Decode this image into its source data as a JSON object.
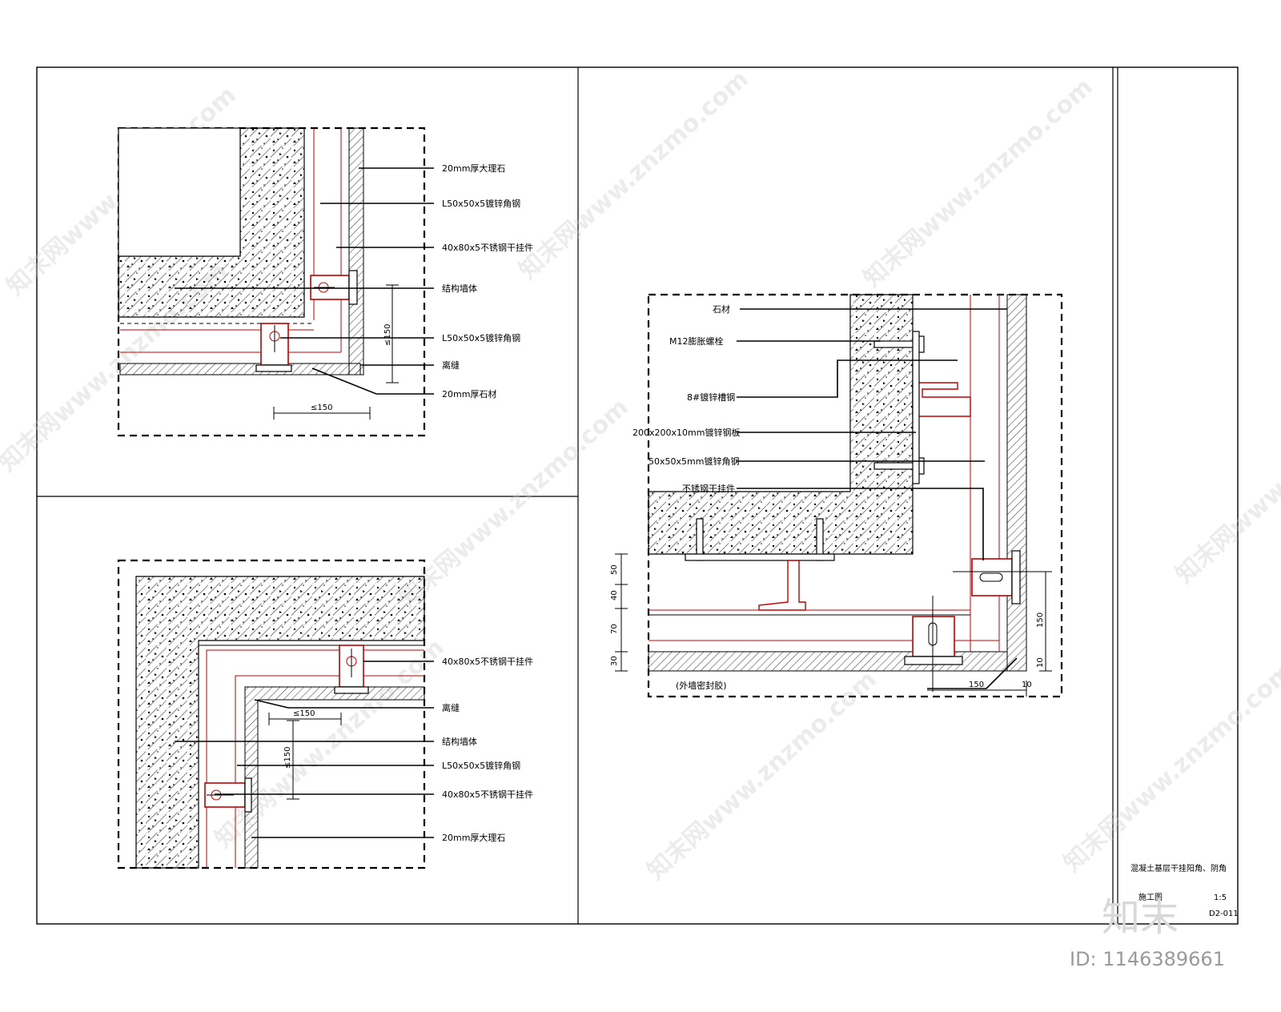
{
  "detail_a": {
    "labels": [
      "20mm厚大理石",
      "L50x50x5镀锌角钢",
      "40x80x5不锈钢干挂件",
      "结构墙体",
      "L50x50x5镀锌角钢",
      "离缝",
      "20mm厚石材"
    ],
    "dims": [
      "≤150",
      "≤150"
    ]
  },
  "detail_b": {
    "labels": [
      "40x80x5不锈钢干挂件",
      "离缝",
      "结构墙体",
      "L50x50x5镀锌角钢",
      "40x80x5不锈钢干挂件",
      "20mm厚大理石"
    ],
    "dims": [
      "≤150",
      "≤150"
    ]
  },
  "detail_c": {
    "labels": [
      "石材",
      "M12膨胀螺栓",
      "8#镀锌槽钢",
      "200x200x10mm镀锌钢板",
      "50x50x5mm镀锌角钢",
      "不锈钢干挂件"
    ],
    "dims_vertical": [
      "50",
      "40",
      "70",
      "30"
    ],
    "dim_right": "150",
    "dim_bottom": "150",
    "dim_small": [
      "10",
      "10"
    ],
    "note": "(外墙密封胶)"
  },
  "title_block": {
    "title": "混凝土基层干挂阳角、阴角",
    "drawing_type": "施工图",
    "scale": "1:5",
    "number": "D2-011"
  },
  "watermark": {
    "text": "知末网www.znzmo.com",
    "brand": "知末",
    "id": "ID: 1146389661"
  },
  "colors": {
    "line": "#000000",
    "steel": "#c00000",
    "hatch": "#000000"
  }
}
